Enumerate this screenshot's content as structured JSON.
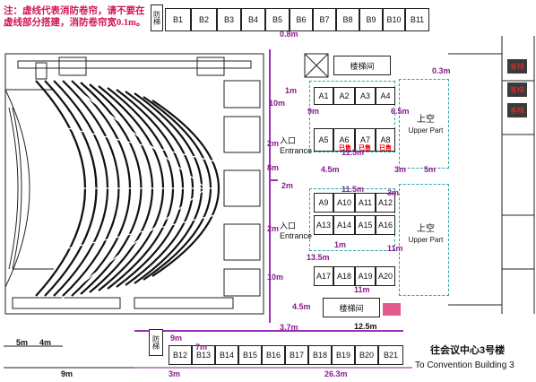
{
  "note": "注：虚线代表消防卷帘，请不要在虚线部分搭建，消防卷帘宽0.1m。",
  "top_row": [
    "B1",
    "B2",
    "B3",
    "B4",
    "B5",
    "B6",
    "B7",
    "B8",
    "B9",
    "B10",
    "B11"
  ],
  "bottom_row": [
    "B12",
    "B13",
    "B14",
    "B15",
    "B16",
    "B17",
    "B18",
    "B19",
    "B20",
    "B21"
  ],
  "block_a1": [
    "A1",
    "A2",
    "A3",
    "A4"
  ],
  "block_a5": [
    "A5",
    "A6",
    "A7",
    "A8"
  ],
  "block_a9": [
    "A9",
    "A10",
    "A11",
    "A12"
  ],
  "block_a13": [
    "A13",
    "A14",
    "A15",
    "A16"
  ],
  "block_a17": [
    "A17",
    "A18",
    "A19",
    "A20"
  ],
  "sold_label": "已售",
  "stair_label": "楼梯间",
  "fire_stair_label": "防梯",
  "upper_cn": "上空",
  "upper_en": "Upper Part",
  "entrance_cn": "入口",
  "entrance_en": "Entrance",
  "guest_label": "客梯",
  "dimensions": {
    "d_08": "0.8m",
    "d_1": "1m",
    "d_10a": "10m",
    "d_9": "9m",
    "d_2a": "2m",
    "d_8": "8m",
    "d_2b": "2m",
    "d_2c": "2m",
    "d_10b": "10m",
    "d_135": "13.5m",
    "d_45a": "4.5m",
    "d_115a": "11.5m",
    "d_115b": "11.5m",
    "d_1b": "1m",
    "d_11a": "11m",
    "d_11b": "11m",
    "d_03": "0.3m",
    "d_65": "6.5m",
    "d_3a": "3m",
    "d_5a": "5m",
    "d_3b": "3m",
    "d_45b": "4.5m",
    "d_37": "3.7m",
    "d_125": "12.5m",
    "d_5b": "5m",
    "d_4": "4m",
    "d_9b": "9m",
    "d_7": "7m",
    "d_9c": "9m",
    "d_3c": "3m",
    "d_263": "26.3m"
  },
  "destination_cn": "往会议中心3号楼",
  "destination_en": "To Convention Building 3"
}
